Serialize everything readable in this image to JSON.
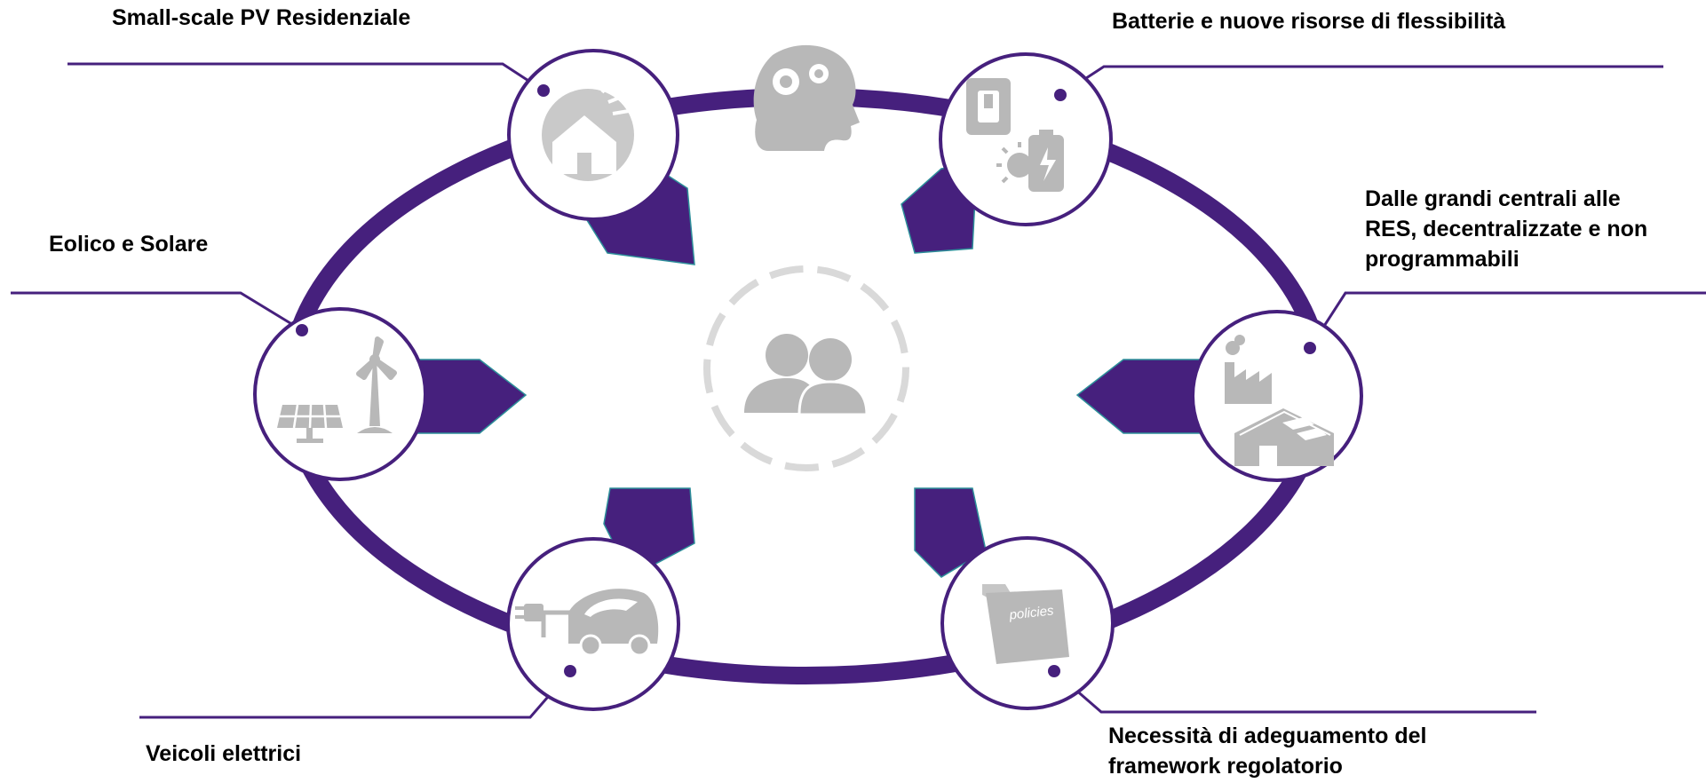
{
  "colors": {
    "accent": "#46207d",
    "icon": "#b8b8b8",
    "dashed_ring": "#d9d9d9",
    "background": "#ffffff",
    "text": "#000000"
  },
  "center": {
    "icon": "users-icon"
  },
  "top_icon": "brain-gears-icon",
  "items": [
    {
      "id": "pv",
      "icon": "house-sun-icon",
      "lines": [
        "Small-scale PV Residenziale"
      ]
    },
    {
      "id": "batterie",
      "icon": "switch-battery-icon",
      "lines": [
        "Batterie e nuove risorse di flessibilità"
      ]
    },
    {
      "id": "eolico",
      "icon": "wind-solar-icon",
      "lines": [
        "Eolico e Solare"
      ]
    },
    {
      "id": "centrali",
      "icon": "factory-icon",
      "lines": [
        "Dalle grandi centrali alle",
        "RES, decentralizzate e non",
        "programmabili"
      ]
    },
    {
      "id": "veicoli",
      "icon": "electric-car-icon",
      "lines": [
        "Veicoli elettrici"
      ]
    },
    {
      "id": "framework",
      "icon": "policies-folder-icon",
      "folder_text": "policies",
      "lines": [
        "Necessità di adeguamento del",
        "framework regolatorio"
      ]
    }
  ]
}
